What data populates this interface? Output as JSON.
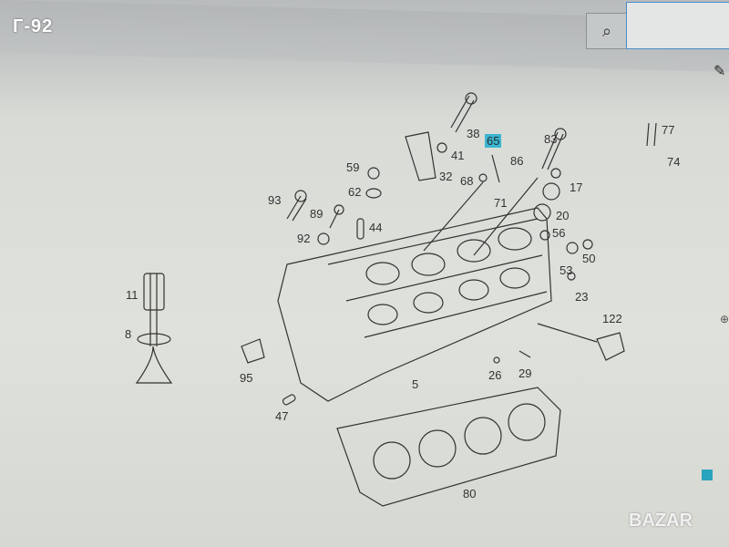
{
  "overlay": {
    "plate_text": "Г-92"
  },
  "toolbar": {
    "search_icon": "search-icon",
    "search_value": ""
  },
  "diagram": {
    "labels": [
      "38",
      "65",
      "83",
      "77",
      "74",
      "41",
      "86",
      "59",
      "32",
      "68",
      "17",
      "93",
      "62",
      "71",
      "89",
      "20",
      "44",
      "56",
      "92",
      "50",
      "53",
      "23",
      "11",
      "122",
      "8",
      "95",
      "26",
      "29",
      "5",
      "47",
      "80"
    ],
    "highlighted": "65",
    "highlight_color": "#3cb6d2"
  },
  "watermark": "BAZAR"
}
